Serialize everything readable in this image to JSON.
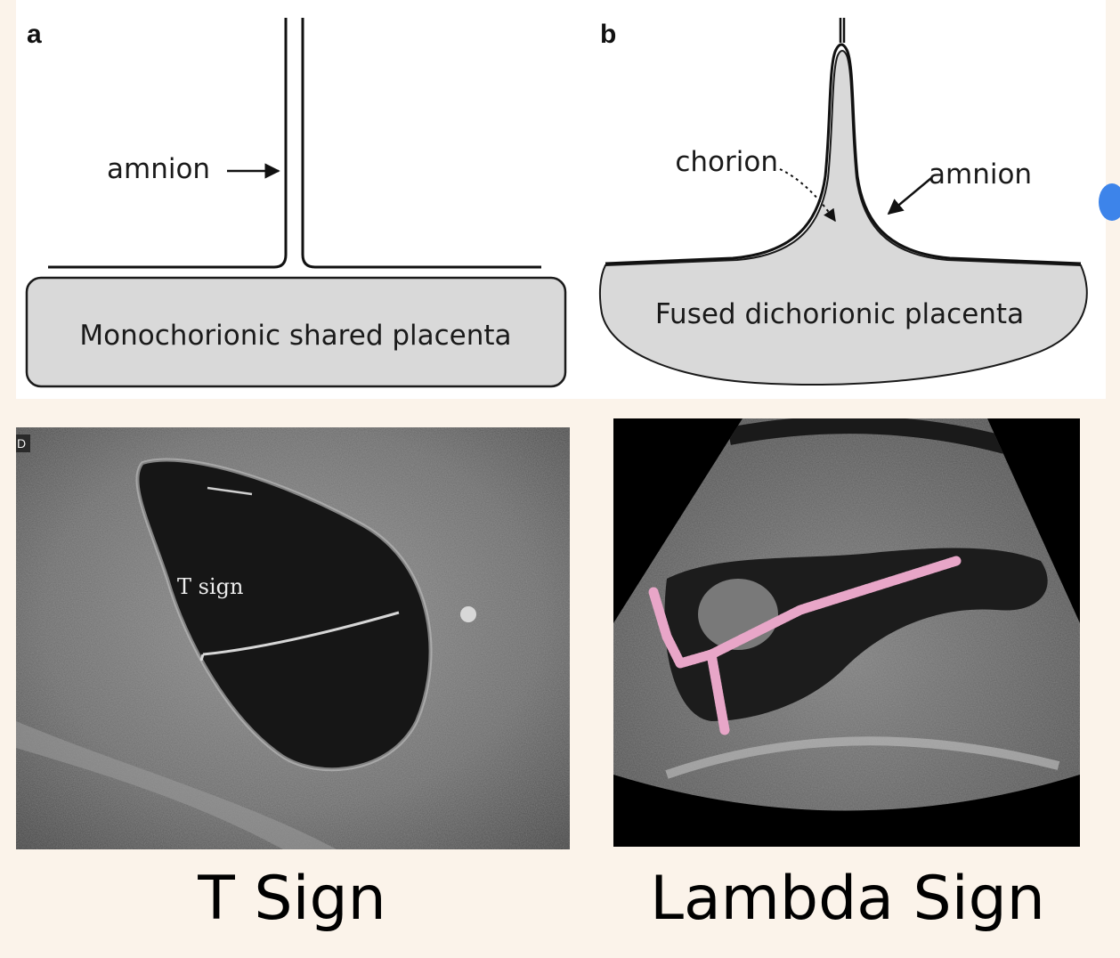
{
  "panel_a": {
    "letter": "a",
    "amnion_label": "amnion",
    "placenta_label": "Monochorionic shared placenta"
  },
  "panel_b": {
    "letter": "b",
    "chorion_label": "chorion",
    "amnion_label": "amnion",
    "placenta_label": "Fused dichorionic placenta"
  },
  "ultrasound_left": {
    "overlay_label": "T sign",
    "corner_mark": "D",
    "caption": "T Sign"
  },
  "ultrasound_right": {
    "caption": "Lambda Sign",
    "highlight_color": "#e8a6c8"
  },
  "colors": {
    "background": "#fbf3ea",
    "placenta_fill": "#d9d9d9",
    "accent_dot": "#3d84ea"
  }
}
